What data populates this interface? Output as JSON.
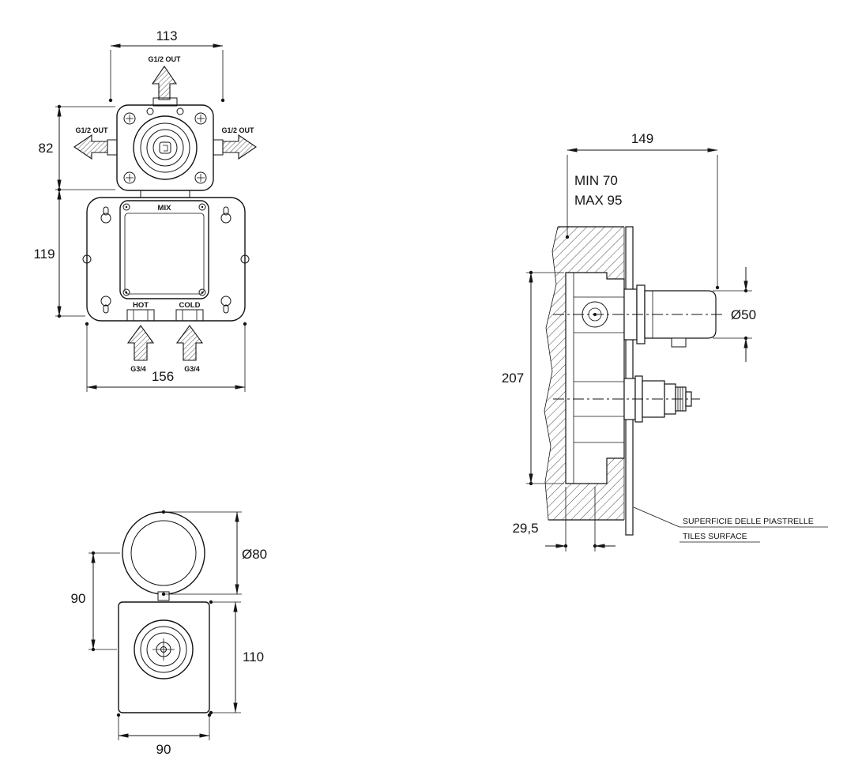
{
  "colors": {
    "line": "#141414",
    "background": "#ffffff"
  },
  "front_view": {
    "dim_top_width": "113",
    "outlet_top": "G1/2 OUT",
    "outlet_left": "G1/2 OUT",
    "outlet_right": "G1/2 OUT",
    "dim_flange_height": "82",
    "dim_body_height": "119",
    "label_mix": "MIX",
    "label_hot": "HOT",
    "label_cold": "COLD",
    "inlet_left": "G3/4",
    "inlet_right": "G3/4",
    "dim_bottom_width": "156"
  },
  "trim_view": {
    "dim_diameter": "Ø80",
    "dim_center_offset": "90",
    "dim_plate_height": "110",
    "dim_plate_width": "90"
  },
  "section_view": {
    "dim_total_depth": "149",
    "depth_min": "MIN 70",
    "depth_max": "MAX 95",
    "dim_handle_diameter": "Ø50",
    "dim_body_height": "207",
    "dim_axis_depth": "29,5",
    "tiles_label_it": "SUPERFICIE DELLE PIASTRELLE",
    "tiles_label_en": "TILES SURFACE"
  }
}
